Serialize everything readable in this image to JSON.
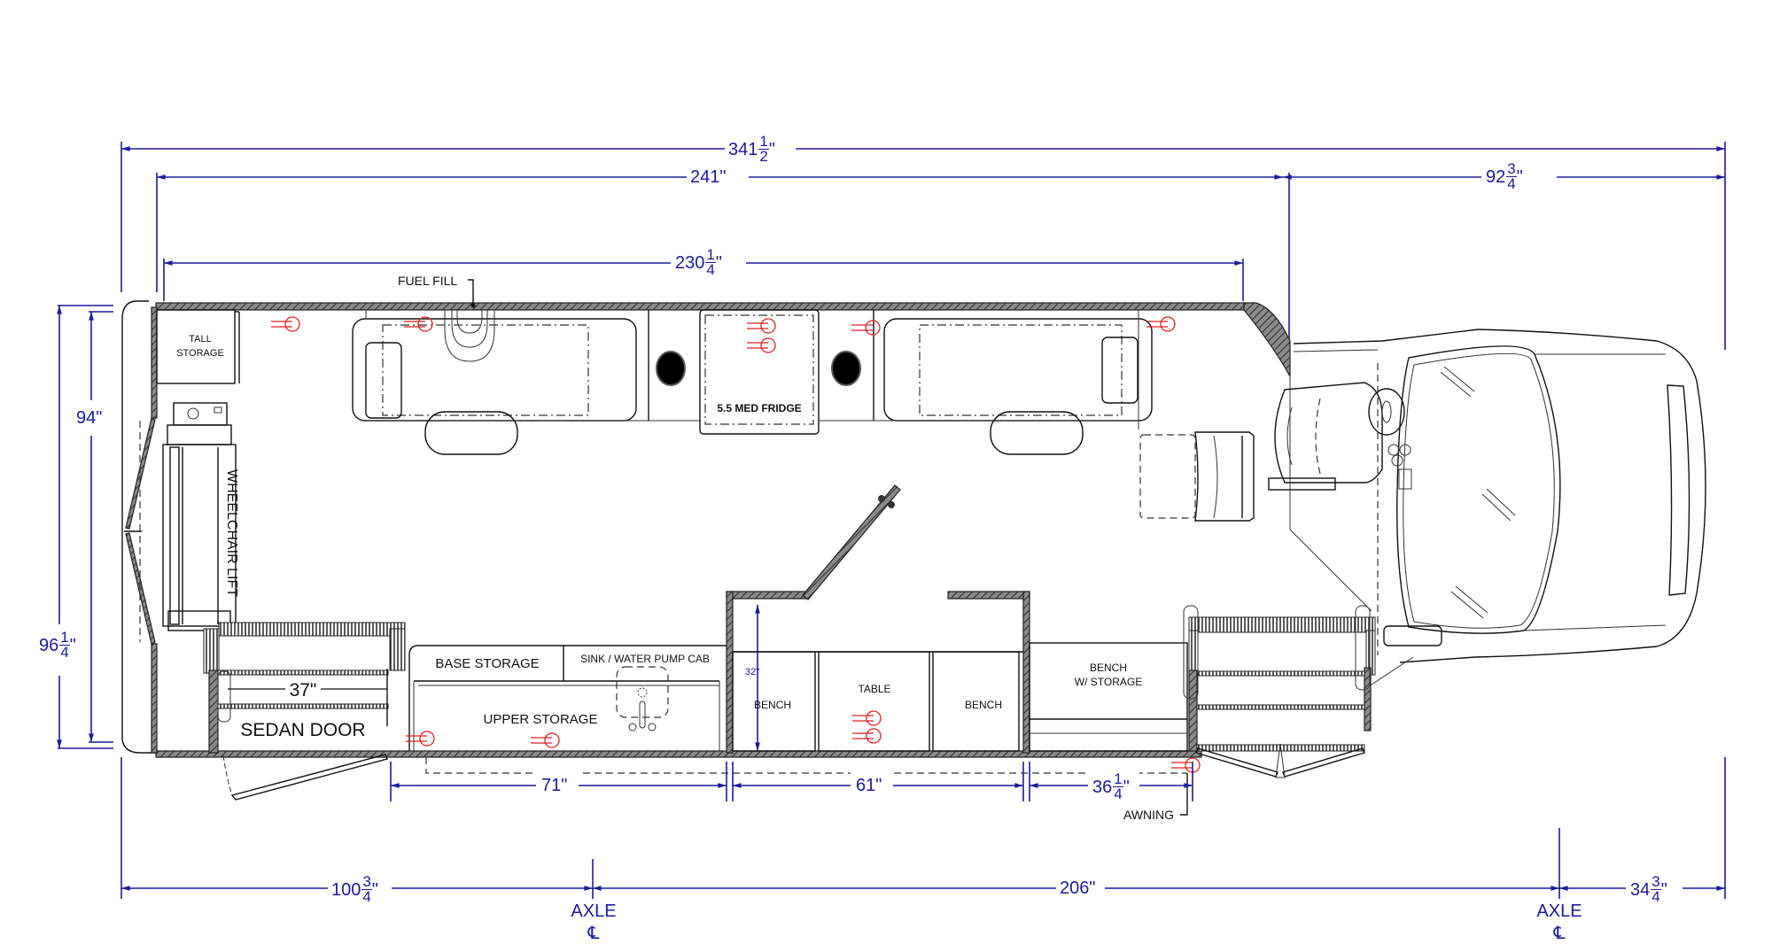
{
  "drawing": {
    "type": "vehicle floor plan",
    "units": "inches",
    "colors": {
      "dimension": "#1a1a9c",
      "linework": "#111111",
      "electrical": "#dd2222",
      "wall_hatch": "#555555"
    }
  },
  "dimensions": {
    "overall_length": {
      "whole": "341",
      "num": "1",
      "den": "2",
      "unit": "\""
    },
    "body_length": "241\"",
    "cab_length": {
      "whole": "92",
      "num": "3",
      "den": "4",
      "unit": "\""
    },
    "interior_length": {
      "whole": "230",
      "num": "1",
      "den": "4",
      "unit": "\""
    },
    "interior_width": "94\"",
    "overall_width": {
      "whole": "96",
      "num": "1",
      "den": "4",
      "unit": "\""
    },
    "door_width": "37\"",
    "segment_a": "71\"",
    "segment_b": "61\"",
    "segment_c": {
      "whole": "36",
      "num": "1",
      "den": "4",
      "unit": "\""
    },
    "rear_overhang": {
      "whole": "100",
      "num": "3",
      "den": "4",
      "unit": "\""
    },
    "wheelbase": "206\"",
    "front_overhang": {
      "whole": "34",
      "num": "3",
      "den": "4",
      "unit": "\""
    },
    "bench_depth": "32\""
  },
  "axles": [
    {
      "label": "AXLE",
      "symbol": "℄"
    },
    {
      "label": "AXLE",
      "symbol": "℄"
    }
  ],
  "labels": {
    "fuel_fill": "FUEL FILL",
    "tall_storage_1": "TALL",
    "tall_storage_2": "STORAGE",
    "wheelchair_lift": "WHEELCHAIR LIFT",
    "med_fridge": "5.5 MED FRIDGE",
    "sedan_door": "SEDAN DOOR",
    "base_storage": "BASE STORAGE",
    "sink_cab": "SINK / WATER PUMP CAB",
    "upper_storage": "UPPER STORAGE",
    "bench_left": "BENCH",
    "table": "TABLE",
    "bench_right": "BENCH",
    "bench_storage_1": "BENCH",
    "bench_storage_2": "W/ STORAGE",
    "awning": "AWNING"
  }
}
